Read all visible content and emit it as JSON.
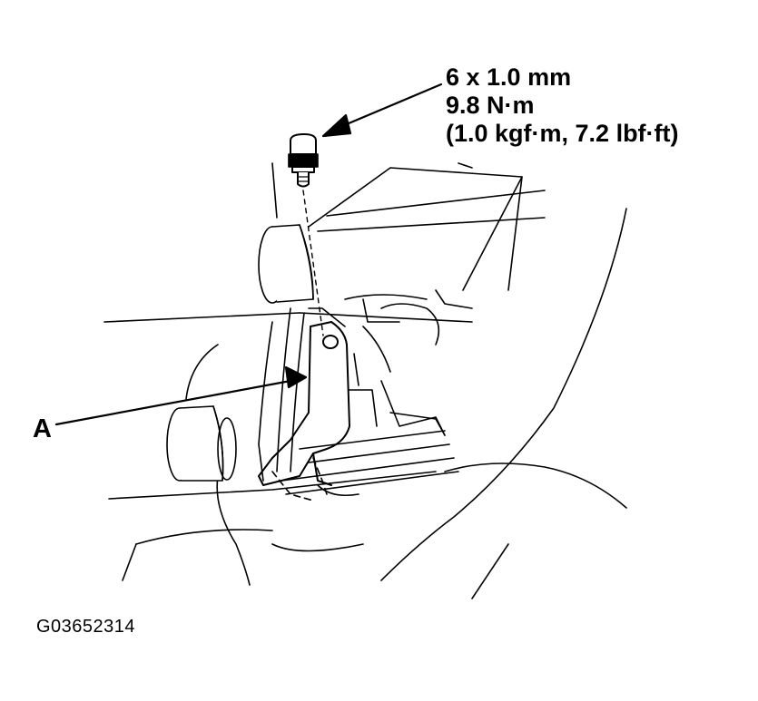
{
  "spec": {
    "bolt_size": "6 x 1.0 mm",
    "torque_nm": "9.8 N·m",
    "torque_alt": "(1.0 kgf·m, 7.2 lbf·ft)"
  },
  "callout_a": "A",
  "figure_id": "G03652314"
}
